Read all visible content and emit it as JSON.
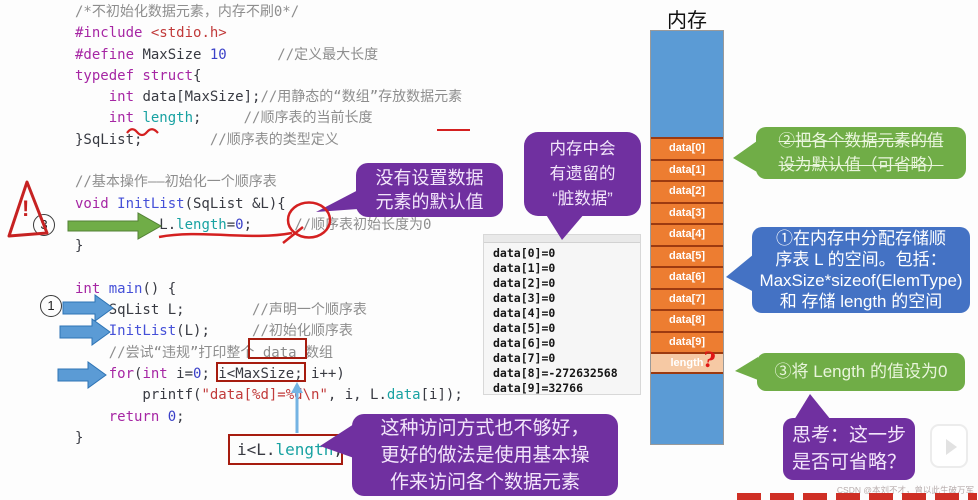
{
  "code": {
    "lines": [
      {
        "segs": [
          {
            "c": "cm",
            "t": "/*不初始化数据元素，内存不刷0*/"
          }
        ]
      },
      {
        "segs": [
          {
            "c": "kw",
            "t": "#include"
          },
          {
            "c": "str",
            "t": " <stdio.h>"
          }
        ]
      },
      {
        "segs": [
          {
            "c": "kw",
            "t": "#define"
          },
          {
            "c": "pl",
            "t": " MaxSize "
          },
          {
            "c": "num",
            "t": "10"
          },
          {
            "c": "cm",
            "t": "      //定义最大长度"
          }
        ]
      },
      {
        "segs": [
          {
            "c": "kw",
            "t": "typedef struct"
          },
          {
            "c": "pl",
            "t": "{"
          }
        ]
      },
      {
        "segs": [
          {
            "c": "pl",
            "t": "    "
          },
          {
            "c": "kw",
            "t": "int"
          },
          {
            "c": "pl",
            "t": " data[MaxSize];"
          },
          {
            "c": "cm",
            "t": "//用静态的“数组”存放数据元素"
          }
        ]
      },
      {
        "segs": [
          {
            "c": "pl",
            "t": "    "
          },
          {
            "c": "kw",
            "t": "int"
          },
          {
            "c": "pl",
            "t": " "
          },
          {
            "c": "prop",
            "t": "length"
          },
          {
            "c": "pl",
            "t": ";"
          },
          {
            "c": "cm",
            "t": "     //顺序表的当前长度"
          }
        ]
      },
      {
        "segs": [
          {
            "c": "pl",
            "t": "}SqList;"
          },
          {
            "c": "cm",
            "t": "        //顺序表的类型定义"
          }
        ]
      },
      {
        "segs": []
      },
      {
        "segs": [
          {
            "c": "cm",
            "t": "//基本操作——初始化一个顺序表"
          }
        ]
      },
      {
        "segs": [
          {
            "c": "kw",
            "t": "void"
          },
          {
            "c": "fn",
            "t": " InitList"
          },
          {
            "c": "pl",
            "t": "(SqList &L){"
          }
        ]
      },
      {
        "segs": [
          {
            "c": "pl",
            "t": "          L."
          },
          {
            "c": "prop",
            "t": "length"
          },
          {
            "c": "pl",
            "t": "="
          },
          {
            "c": "num",
            "t": "0"
          },
          {
            "c": "pl",
            "t": ";"
          },
          {
            "c": "cm",
            "t": "     //顺序表初始长度为0"
          }
        ]
      },
      {
        "segs": [
          {
            "c": "pl",
            "t": "}"
          }
        ]
      },
      {
        "segs": []
      },
      {
        "segs": [
          {
            "c": "kw",
            "t": "int"
          },
          {
            "c": "fn",
            "t": " main"
          },
          {
            "c": "pl",
            "t": "() {"
          }
        ]
      },
      {
        "segs": [
          {
            "c": "pl",
            "t": "    SqList L;"
          },
          {
            "c": "cm",
            "t": "        //声明一个顺序表"
          }
        ]
      },
      {
        "segs": [
          {
            "c": "pl",
            "t": "    "
          },
          {
            "c": "fn",
            "t": "InitList"
          },
          {
            "c": "pl",
            "t": "(L);"
          },
          {
            "c": "cm",
            "t": "     //初始化顺序表"
          }
        ]
      },
      {
        "segs": [
          {
            "c": "pl",
            "t": "    "
          },
          {
            "c": "cm",
            "t": "//尝试“违规”打印整个 data 数组"
          }
        ]
      },
      {
        "segs": [
          {
            "c": "pl",
            "t": "    "
          },
          {
            "c": "kw",
            "t": "for"
          },
          {
            "c": "pl",
            "t": "("
          },
          {
            "c": "kw",
            "t": "int"
          },
          {
            "c": "pl",
            "t": " i="
          },
          {
            "c": "num",
            "t": "0"
          },
          {
            "c": "pl",
            "t": "; i<MaxSize; i++)"
          }
        ]
      },
      {
        "segs": [
          {
            "c": "pl",
            "t": "        printf("
          },
          {
            "c": "str",
            "t": "\"data[%d]=%d\\n\""
          },
          {
            "c": "pl",
            "t": ", i, L."
          },
          {
            "c": "prop",
            "t": "data"
          },
          {
            "c": "pl",
            "t": "[i]);"
          }
        ]
      },
      {
        "segs": [
          {
            "c": "pl",
            "t": "    "
          },
          {
            "c": "kw",
            "t": "return"
          },
          {
            "c": "pl",
            "t": " "
          },
          {
            "c": "num",
            "t": "0"
          },
          {
            "c": "pl",
            "t": ";"
          }
        ]
      },
      {
        "segs": [
          {
            "c": "pl",
            "t": "}"
          }
        ]
      }
    ]
  },
  "console": {
    "lines": [
      "data[0]=0",
      "data[1]=0",
      "data[2]=0",
      "data[3]=0",
      "data[4]=0",
      "data[5]=0",
      "data[6]=0",
      "data[7]=0",
      "data[8]=-272632568",
      "data[9]=32766"
    ]
  },
  "memory": {
    "title": "内存",
    "cells": [
      "data[0]",
      "data[1]",
      "data[2]",
      "data[3]",
      "data[4]",
      "data[5]",
      "data[6]",
      "data[7]",
      "data[8]",
      "data[9]"
    ],
    "length_label": "length",
    "question_mark": "?"
  },
  "callouts": {
    "no_default": {
      "lines": [
        "没有设置数据",
        "元素的默认值"
      ]
    },
    "dirty_data": {
      "lines": [
        "内存中会",
        "有遗留的",
        "“脏数据”"
      ]
    },
    "step2": {
      "lines": [
        "②把各个数据元素的值",
        "设为默认值（可省略）"
      ]
    },
    "step1": {
      "lines": [
        "①在内存中分配存储顺",
        "序表 L 的空间。包括：",
        "MaxSize*sizeof(ElemType)",
        "和 存储 length 的空间"
      ]
    },
    "step3": {
      "lines": [
        "③将 Length 的值设为0"
      ]
    },
    "think": {
      "lines": [
        "思考：这一步",
        "是否可省略？"
      ]
    },
    "access": {
      "lines": [
        "这种访问方式也不够好，",
        "更好的做法是使用基本操",
        "作来访问各个数据元素"
      ]
    }
  },
  "annotations": {
    "step3_num": "3",
    "step1_num": "1",
    "warning_mark": "!",
    "length_check": {
      "pre": "i<L.",
      "prop": "length",
      "post": ";"
    }
  },
  "watermark": "CSDN @本刘不才，曾以此生破万军",
  "colors": {
    "purple": "#7030a0",
    "green": "#70ad47",
    "blue": "#4472c4",
    "mem_blue": "#5b9bd5",
    "mem_orange": "#ed7d31",
    "mem_peach": "#f6c9a4",
    "annotation_red": "#c01818"
  }
}
